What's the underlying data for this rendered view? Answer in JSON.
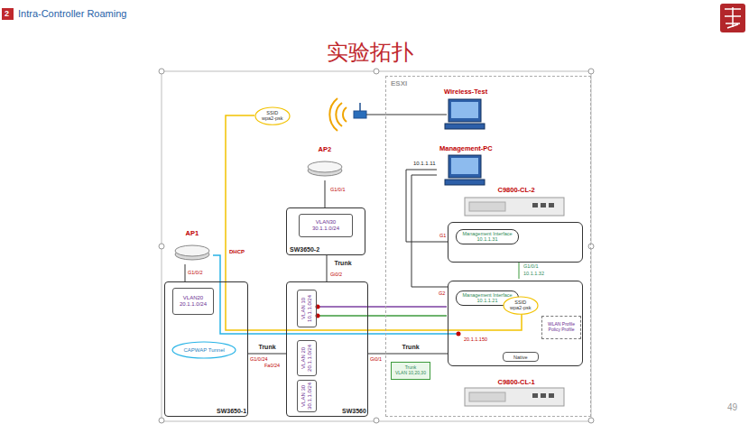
{
  "diagram": {
    "title": "实验拓扑",
    "nodes": [
      {
        "text": [
          "ESXI"
        ]
      },
      {
        "text": [
          "Wireless-Test"
        ],
        "in": 0
      },
      {
        "text": [
          "Management-PC"
        ],
        "in": 0
      },
      {
        "text": [
          "C9800-CL-2"
        ],
        "in": 0
      },
      {
        "text": [
          "Management Interface",
          "10.1.1.31"
        ],
        "in": 3
      },
      {
        "text": [
          "C9800-CL-1"
        ],
        "in": 0
      },
      {
        "text": [
          "Management Interface",
          "10.1.1.21"
        ],
        "in": 5
      },
      {
        "text": [
          "SSID",
          "wpa2-psk"
        ],
        "in": 5
      },
      {
        "text": [
          "WLAN Profile",
          "Policy Profile"
        ],
        "in": 5
      },
      {
        "text": [
          "Native"
        ],
        "in": 5
      },
      {
        "text": [
          "Trunk",
          "VLAN 10,20,30"
        ],
        "in": 0
      },
      {
        "text": [
          "SSID",
          "wpa2-psk"
        ]
      },
      {
        "text": [
          "AP1"
        ]
      },
      {
        "text": [
          "AP2"
        ]
      },
      {
        "text": [
          "SW3650-2"
        ]
      },
      {
        "text": [
          "VLAN30",
          "30.1.1.0/24"
        ],
        "in": 14
      },
      {
        "text": [
          "SW3650-1"
        ]
      },
      {
        "text": [
          "VLAN20",
          "20.1.1.0/24"
        ],
        "in": 16
      },
      {
        "text": [
          "CAPWAP Tunnel"
        ]
      },
      {
        "text": [
          "SW3560"
        ]
      },
      {
        "text": [
          "VLAN 10",
          "10.1.1.0/24"
        ],
        "in": 19
      },
      {
        "text": [
          "VLAN 20",
          "20.1.1.0/24"
        ],
        "in": 19
      },
      {
        "text": [
          "VLAN 30",
          "30.1.1.0/24"
        ],
        "in": 19
      }
    ],
    "edges": [
      {
        "from": 12,
        "to": 16,
        "arrow": "none"
      },
      {
        "from": 13,
        "to": 14,
        "arrow": "none"
      },
      {
        "from": 16,
        "to": 19,
        "label": "Trunk",
        "arrow": "none"
      },
      {
        "from": 14,
        "to": 19,
        "label": "Trunk",
        "arrow": "none"
      },
      {
        "from": 19,
        "to": 5,
        "label": "Trunk",
        "arrow": "none"
      },
      {
        "from": 2,
        "to": 3,
        "arrow": "none"
      },
      {
        "from": 2,
        "to": 5,
        "arrow": "none"
      }
    ],
    "labels": [
      "2",
      "Intra-Controller Roaming",
      "49",
      "DHCP",
      "10.1.1.11",
      "G1",
      "G2",
      "G1/0/1",
      "10.1.1.32",
      "G1/0/2",
      "G1/0/1",
      "G1/0/24",
      "Fa0/24",
      "Gi0/2",
      "Gi0/1",
      "20.1.1.150"
    ]
  }
}
